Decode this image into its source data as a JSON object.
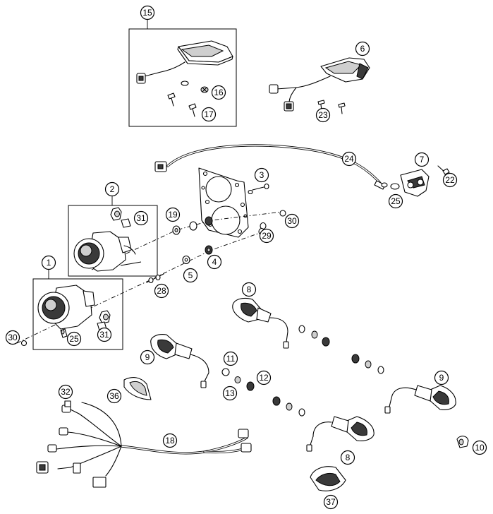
{
  "diagram": {
    "callouts": [
      {
        "id": "c1",
        "label": "1"
      },
      {
        "id": "c2",
        "label": "2"
      },
      {
        "id": "c3",
        "label": "3"
      },
      {
        "id": "c4",
        "label": "4"
      },
      {
        "id": "c5",
        "label": "5"
      },
      {
        "id": "c6",
        "label": "6"
      },
      {
        "id": "c7",
        "label": "7"
      },
      {
        "id": "c8a",
        "label": "8"
      },
      {
        "id": "c8b",
        "label": "8"
      },
      {
        "id": "c9a",
        "label": "9"
      },
      {
        "id": "c9b",
        "label": "9"
      },
      {
        "id": "c10",
        "label": "10"
      },
      {
        "id": "c11",
        "label": "11"
      },
      {
        "id": "c12",
        "label": "12"
      },
      {
        "id": "c13",
        "label": "13"
      },
      {
        "id": "c15",
        "label": "15"
      },
      {
        "id": "c16",
        "label": "16"
      },
      {
        "id": "c17",
        "label": "17"
      },
      {
        "id": "c18",
        "label": "18"
      },
      {
        "id": "c19",
        "label": "19"
      },
      {
        "id": "c22",
        "label": "22"
      },
      {
        "id": "c23",
        "label": "23"
      },
      {
        "id": "c24",
        "label": "24"
      },
      {
        "id": "c25a",
        "label": "25"
      },
      {
        "id": "c25b",
        "label": "25"
      },
      {
        "id": "c28",
        "label": "28"
      },
      {
        "id": "c29",
        "label": "29"
      },
      {
        "id": "c30a",
        "label": "30"
      },
      {
        "id": "c30b",
        "label": "30"
      },
      {
        "id": "c31a",
        "label": "31"
      },
      {
        "id": "c31b",
        "label": "31"
      },
      {
        "id": "c32",
        "label": "32"
      },
      {
        "id": "c36",
        "label": "36"
      },
      {
        "id": "c37",
        "label": "37"
      }
    ]
  }
}
